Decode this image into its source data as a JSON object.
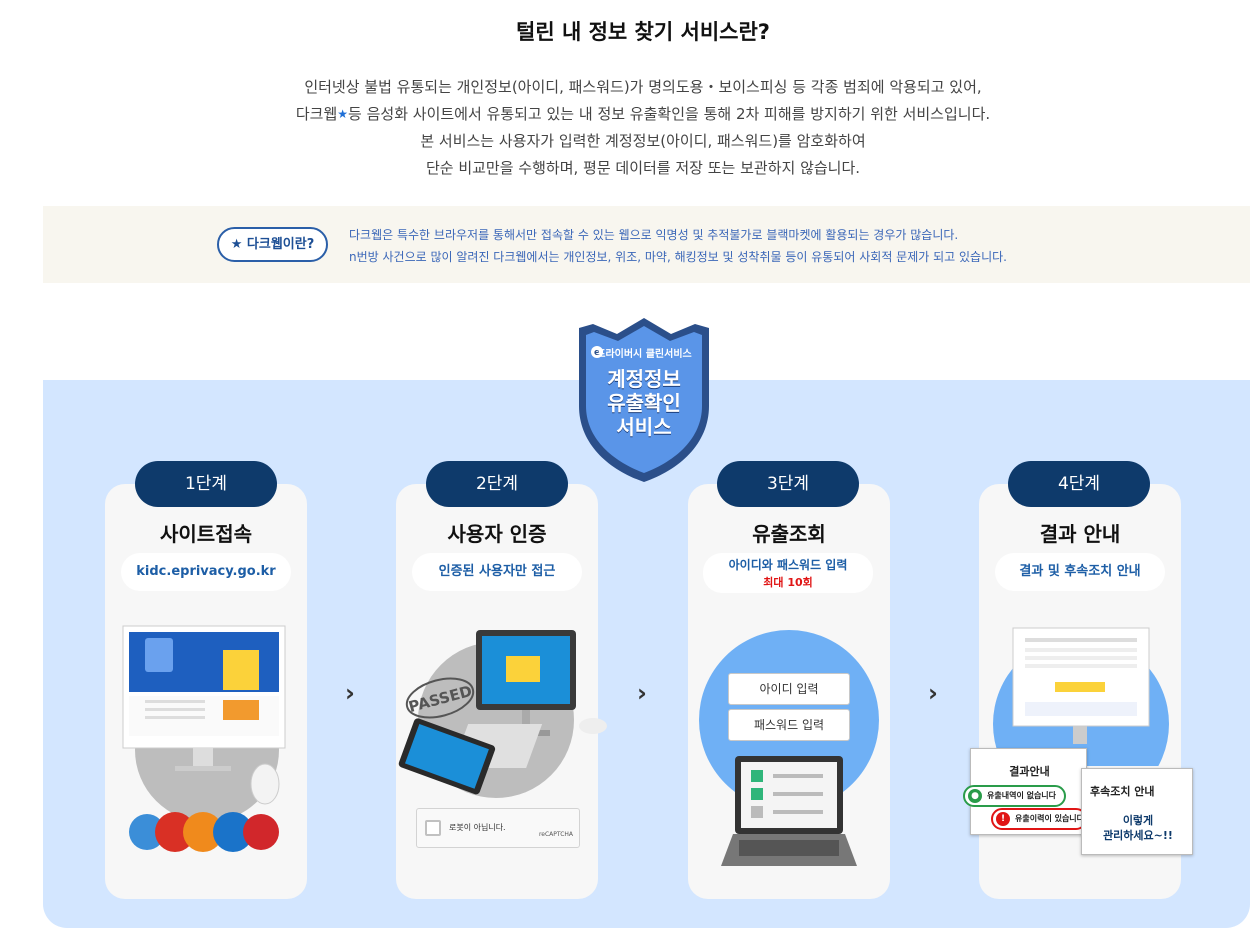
{
  "header": {
    "title": "털린 내 정보 찾기 서비스란?",
    "intro_line1": "인터넷상 불법 유통되는 개인정보(아이디, 패스워드)가 명의도용・보이스피싱 등 각종 범죄에 악용되고 있어,",
    "intro_line2_pre": "다크웹",
    "intro_line2_star": "★",
    "intro_line2_post": "등 음성화 사이트에서 유통되고 있는 내 정보 유출확인을 통해 2차 피해를 방지하기 위한 서비스입니다.",
    "intro_line3": "본 서비스는 사용자가 입력한 계정정보(아이디, 패스워드)를 암호화하여",
    "intro_line4": "단순 비교만을 수행하며, 평문 데이터를 저장 또는 보관하지 않습니다."
  },
  "notice": {
    "pill_label": "★ 다크웹이란?",
    "line1": "다크웹은 특수한 브라우저를 통해서만 접속할 수 있는 웹으로 익명성 및 추적불가로 블랙마켓에 활용되는 경우가 많습니다.",
    "line2": "n번방 사건으로 많이 알려진 다크웹에서는 개인정보, 위조, 마약, 해킹정보 및 성착취물 등이 유통되어 사회적 문제가 되고 있습니다."
  },
  "badge": {
    "small": "프라이버시 클린서비스",
    "line1": "계정정보",
    "line2": "유출확인",
    "line3": "서비스"
  },
  "steps": [
    {
      "step": "1단계",
      "title": "사이트접속",
      "sub": "kidc.eprivacy.go.kr"
    },
    {
      "step": "2단계",
      "title": "사용자 인증",
      "sub": "인증된 사용자만 접근",
      "stamp": "PASSED",
      "captcha": "로봇이 아닙니다.",
      "recaptcha": "reCAPTCHA"
    },
    {
      "step": "3단계",
      "title": "유출조회",
      "sub": "아이디와 패스워드 입력",
      "sub_note": "최대 10회",
      "id_input": "아이디 입력",
      "pw_input": "패스워드 입력"
    },
    {
      "step": "4단계",
      "title": "결과 안내",
      "sub": "결과 및 후속조치 안내",
      "result_title": "결과안내",
      "no_leak": "유출내역이 없습니다",
      "leak": "유출이력이 있습니다",
      "follow_title": "후속조치 안내",
      "follow_line1": "이렇게",
      "follow_line2": "관리하세요~!!"
    }
  ],
  "colors": {
    "navy": "#0e3a6b",
    "panel": "#d3e6ff",
    "accent": "#1d5ea6",
    "red": "#e01515"
  },
  "icons": [
    "chevron-right-icon",
    "shield-badge-icon",
    "browser-logos-icon",
    "checkbox-icon"
  ]
}
